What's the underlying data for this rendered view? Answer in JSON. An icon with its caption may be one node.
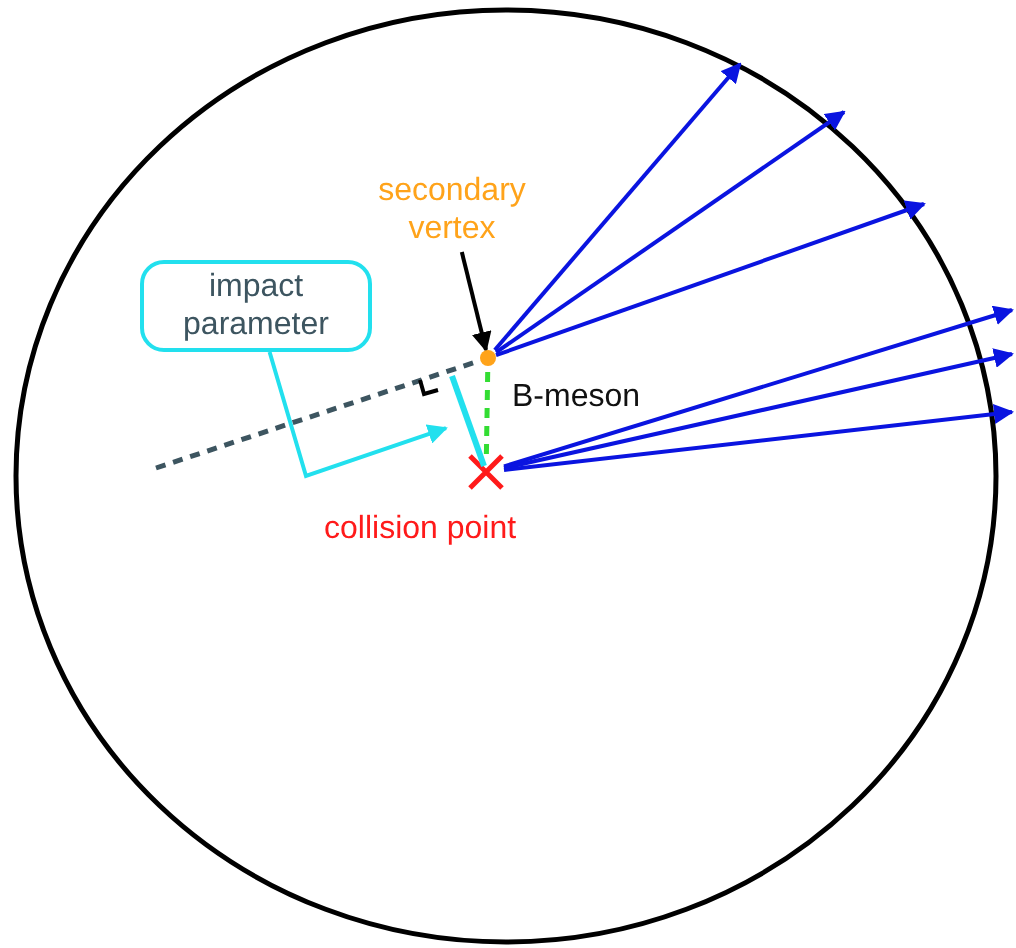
{
  "diagram": {
    "nodes": [
      {
        "text": [
          "impact parameter"
        ]
      },
      {
        "text": [
          "secondary vertex"
        ]
      },
      {
        "text": [],
        "shape": "circle"
      },
      {
        "text": [],
        "shape": "cross",
        "beside": [
          "collision point"
        ]
      },
      {
        "text": [],
        "shape": "bar"
      }
    ],
    "edges": [
      {
        "from": 1,
        "to": 2,
        "arrow": "to",
        "color": "#000000"
      },
      {
        "from": 0,
        "to": 4,
        "arrow": "to",
        "color": "#22e0ee"
      },
      {
        "from": null,
        "to": 2,
        "arrow": "none",
        "style": "dashed",
        "color": "#3d5560"
      },
      {
        "from": 3,
        "to": 2,
        "arrow": "none",
        "style": "dashed",
        "color": "#33dd33",
        "label": "B-meson"
      },
      {
        "from": 2,
        "to": null,
        "arrow": "to"
      },
      {
        "from": 2,
        "to": null,
        "arrow": "to"
      },
      {
        "from": 2,
        "to": null,
        "arrow": "to"
      },
      {
        "from": 3,
        "to": null,
        "arrow": "to"
      },
      {
        "from": 3,
        "to": null,
        "arrow": "to"
      },
      {
        "from": 3,
        "to": null,
        "arrow": "to"
      }
    ]
  }
}
